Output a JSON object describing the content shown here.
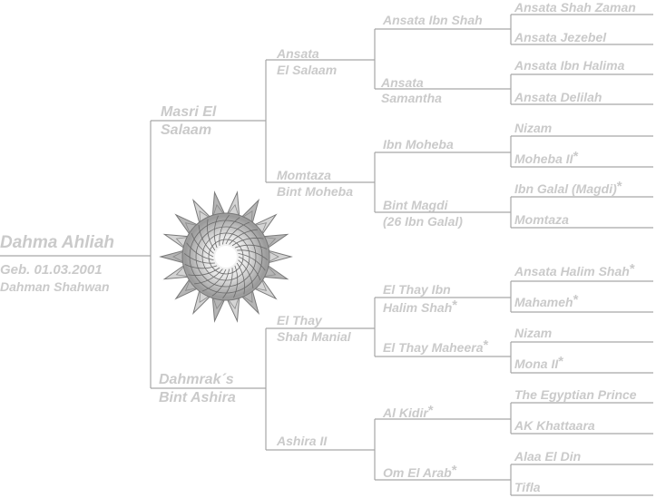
{
  "subject": {
    "name": "Dahma Ahliah",
    "birth": "Geb. 01.03.2001",
    "breeder": "Dahman Shahwan"
  },
  "sire": {
    "line1": "Masri El",
    "line2": "Salaam"
  },
  "dam": {
    "line1": "Dahmrak´s",
    "line2": "Bint Ashira"
  },
  "gen2": [
    {
      "line1": "Ansata",
      "line2": "El Salaam"
    },
    {
      "line1": "Momtaza",
      "line2": "Bint Moheba"
    },
    {
      "line1": "El Thay",
      "line2": "Shah Manial"
    },
    {
      "line1": "Ashira II",
      "line2": ""
    }
  ],
  "gen3": [
    {
      "line1": "Ansata Ibn Shah",
      "line2": "",
      "star": ""
    },
    {
      "line1": "Ansata",
      "line2": "Samantha",
      "star": ""
    },
    {
      "line1": "Ibn Moheba",
      "line2": "",
      "star": ""
    },
    {
      "line1": "Bint Magdi",
      "line2": "(26 Ibn Galal)",
      "star": ""
    },
    {
      "line1": "El Thay Ibn",
      "line2": "Halim Shah",
      "star": "*"
    },
    {
      "line1": "El Thay Maheera",
      "line2": "",
      "star": "*"
    },
    {
      "line1": "Al Kidir",
      "line2": "",
      "star": "*"
    },
    {
      "line1": "Om El Arab",
      "line2": "",
      "star": "*"
    }
  ],
  "gen4": [
    {
      "name": "Ansata Shah Zaman",
      "star": ""
    },
    {
      "name": "Ansata Jezebel",
      "star": ""
    },
    {
      "name": "Ansata Ibn Halima",
      "star": ""
    },
    {
      "name": "Ansata Delilah",
      "star": ""
    },
    {
      "name": "Nizam",
      "star": ""
    },
    {
      "name": "Moheba II",
      "star": "*"
    },
    {
      "name": "Ibn Galal (Magdi)",
      "star": "*"
    },
    {
      "name": "Momtaza",
      "star": ""
    },
    {
      "name": "Ansata Halim Shah",
      "star": "*"
    },
    {
      "name": "Mahameh",
      "star": "*"
    },
    {
      "name": "Nizam",
      "star": ""
    },
    {
      "name": "Mona II",
      "star": "*"
    },
    {
      "name": "The Egyptian Prince",
      "star": ""
    },
    {
      "name": "AK Khattaara",
      "star": ""
    },
    {
      "name": "Alaa El Din",
      "star": ""
    },
    {
      "name": "Tifla",
      "star": ""
    }
  ],
  "colors": {
    "text": "#cacaca",
    "line": "#a6a6a6",
    "background": "#ffffff"
  },
  "icons": {
    "emblem": "rosette-emblem"
  }
}
